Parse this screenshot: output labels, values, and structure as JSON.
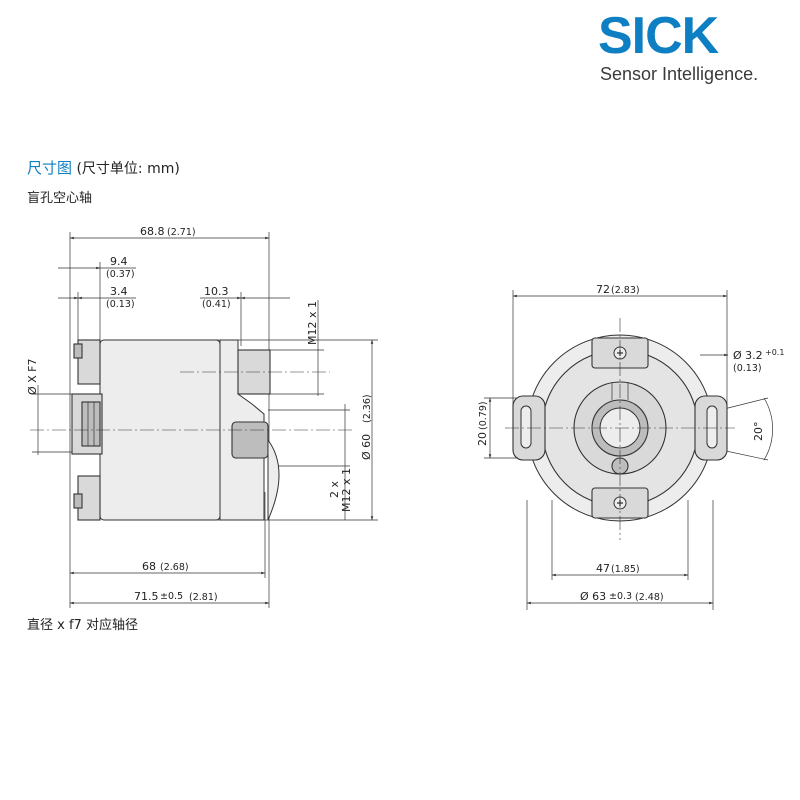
{
  "brand": {
    "logo": "SICK",
    "tagline": "Sensor Intelligence."
  },
  "header": {
    "title": "尺寸图",
    "title_unit": "(尺寸单位: mm)",
    "subtitle": "盲孔空心轴"
  },
  "footnote": "直径 x f7 对应轴径",
  "side_view": {
    "dims": {
      "overall_top": "68.8",
      "overall_top_in": "(2.71)",
      "d9_4": "9.4",
      "d9_4_in": "(0.37)",
      "d3_4": "3.4",
      "d3_4_in": "(0.13)",
      "d10_3": "10.3",
      "d10_3_in": "(0.41)",
      "conn_top": "M12 x 1",
      "shaft_dia": "Ø X F7",
      "body_dia": "Ø 60",
      "body_dia_in": "(2.36)",
      "conn_bottom_1": "2 x",
      "conn_bottom_2": "M12 x 1",
      "length_68": "68",
      "length_68_in": "(2.68)",
      "length_71": "71.5",
      "length_71_tol": "±0.5",
      "length_71_in": "(2.81)"
    }
  },
  "front_view": {
    "dims": {
      "width_72": "72",
      "width_72_in": "(2.83)",
      "hole": "Ø 3.2",
      "hole_tol": "+0.1",
      "hole_in": "(0.13)",
      "slot_20": "20",
      "slot_20_in": "(0.79)",
      "angle": "20°",
      "slot_47": "47",
      "slot_47_in": "(1.85)",
      "dia_63": "Ø 63",
      "dia_63_tol": "±0.3",
      "dia_63_in": "(2.48)"
    }
  },
  "colors": {
    "brand_blue": "#0d7fc2",
    "line": "#333333",
    "fill": "#d9d9d9"
  }
}
